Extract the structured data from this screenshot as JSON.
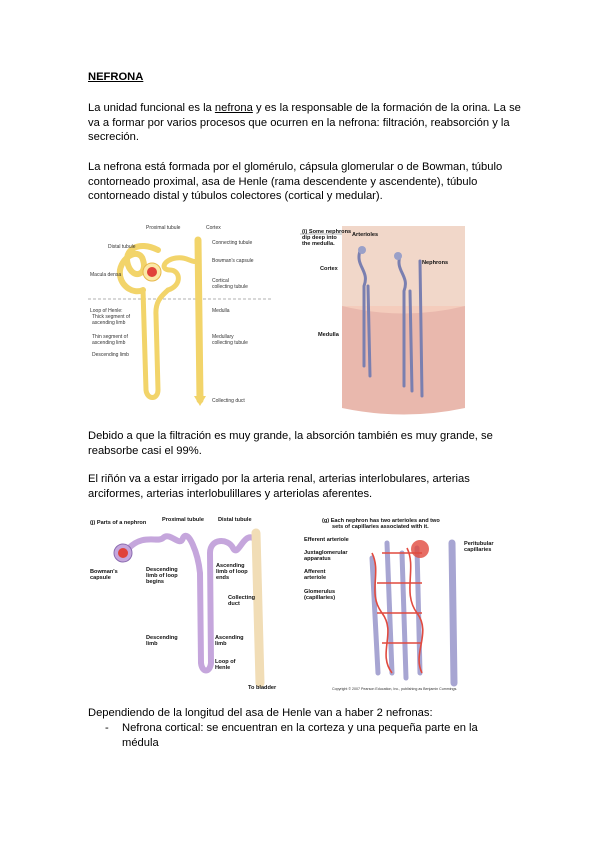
{
  "doc": {
    "title": "NEFRONA",
    "p1_a": "La unidad funcional es la ",
    "p1_link": "nefrona",
    "p1_b": " y es la responsable de la formación de la orina. La se va a formar por varios procesos que ocurren en la nefrona: filtración, reabsorción y la secreción.",
    "p2": "La nefrona está formada por el glomérulo, cápsula glomerular o de Bowman, túbulo contorneado proximal, asa de Henle (rama descendente y ascendente), túbulo contorneado distal y túbulos colectores (cortical y medular).",
    "p3": "Debido a que la filtración es muy grande, la absorción también es muy grande, se reabsorbe casi el 99%.",
    "p4": "El riñón va a estar irrigado por la arteria renal, arterias interlobulares, arterias arciformes, arterias interlobulillares y arteriolas aferentes.",
    "p5": "Dependiendo de la longitud del asa de Henle van a haber 2 nefronas:",
    "bullet_marker": "-",
    "bullet1": "Nefrona cortical: se encuentran en la corteza y una pequeña parte en la médula"
  },
  "fig1": {
    "proximal": "Proximal tubule",
    "cortex": "Cortex",
    "distal": "Distal tubule",
    "connecting": "Connecting tubule",
    "bowman": "Bowman's capsule",
    "macula": "Macula densa",
    "cortical_collecting_1": "Cortical",
    "cortical_collecting_2": "collecting tubule",
    "loop": "Loop of Henle:",
    "thick1": "Thick segment of",
    "thick2": "ascending limb",
    "thin1": "Thin segment of",
    "thin2": "ascending limb",
    "desc": "Descending limb",
    "medulla": "Medulla",
    "medullary1": "Medullary",
    "medullary2": "collecting tubule",
    "duct": "Collecting duct"
  },
  "fig2": {
    "note1": "(i) Some nephrons",
    "note2": "dip deep into",
    "note3": "the medulla.",
    "arterioles": "Arterioles",
    "cortex": "Cortex",
    "nephrons": "Nephrons",
    "medulla": "Medulla"
  },
  "fig3": {
    "heading": "(j) Parts of a nephron",
    "proximal": "Proximal tubule",
    "distal": "Distal tubule",
    "bowman1": "Bowman's",
    "bowman2": "capsule",
    "desc_begins1": "Descending",
    "desc_begins2": "limb of loop",
    "desc_begins3": "begins",
    "asc_ends1": "Ascending",
    "asc_ends2": "limb of loop",
    "asc_ends3": "ends",
    "collecting1": "Collecting",
    "collecting2": "duct",
    "desc_limb1": "Descending",
    "desc_limb2": "limb",
    "asc_limb1": "Ascending",
    "asc_limb2": "limb",
    "loop1": "Loop of",
    "loop2": "Henle",
    "bladder": "To bladder"
  },
  "fig4": {
    "heading1": "(g) Each nephron has two arterioles and two",
    "heading2": "sets of capillaries associated with it.",
    "efferent": "Efferent arteriole",
    "juxta1": "Juxtaglomerular",
    "juxta2": "apparatus",
    "afferent1": "Afferent",
    "afferent2": "arteriole",
    "glom1": "Glomerulus",
    "glom2": "(capillaries)",
    "peri1": "Peritubular",
    "peri2": "capillaries",
    "copyright": "Copyright © 2007 Pearson Education, Inc., publishing as Benjamin Cummings."
  }
}
